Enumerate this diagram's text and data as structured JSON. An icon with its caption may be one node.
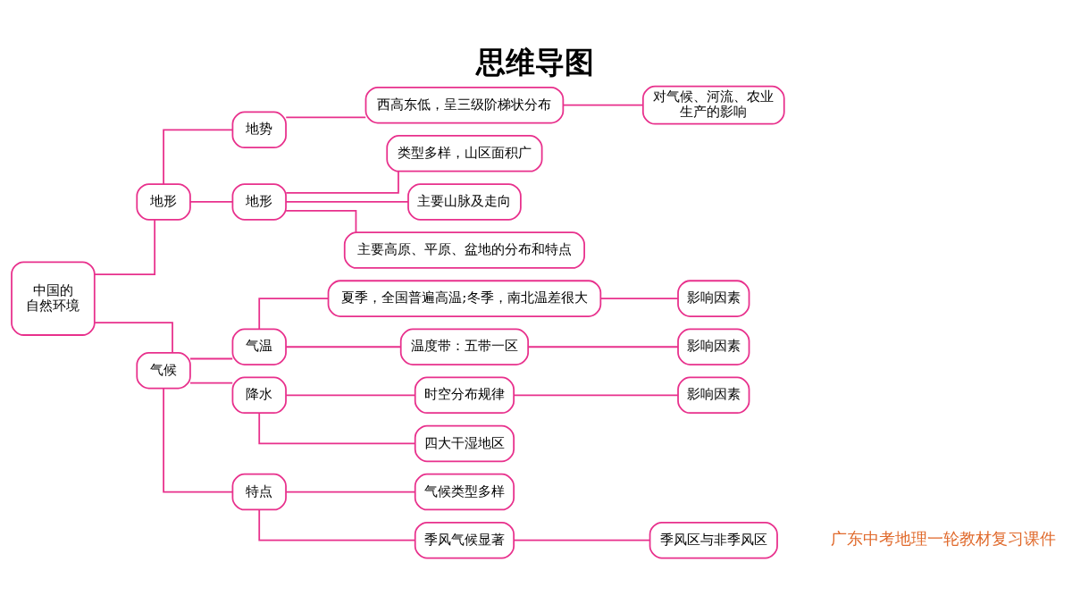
{
  "diagram": {
    "title": "思维导图",
    "nodes": [
      {
        "text": [
          "中国的自然环境"
        ]
      },
      {
        "text": [
          "地形"
        ]
      },
      {
        "text": [
          "地势"
        ]
      },
      {
        "text": [
          "西高东低，呈三级阶梯状分布"
        ]
      },
      {
        "text": [
          "对气候、河流、农业生产的影响"
        ]
      },
      {
        "text": [
          "地形"
        ]
      },
      {
        "text": [
          "类型多样，山区面积广"
        ]
      },
      {
        "text": [
          "主要山脉及走向"
        ]
      },
      {
        "text": [
          "主要高原、平原、盆地的分布和特点"
        ]
      },
      {
        "text": [
          "气候"
        ]
      },
      {
        "text": [
          "气温"
        ]
      },
      {
        "text": [
          "夏季，全国普遍高温;冬季，南北温差很大"
        ]
      },
      {
        "text": [
          "影响因素"
        ]
      },
      {
        "text": [
          "温度带：五带一区"
        ]
      },
      {
        "text": [
          "影响因素"
        ]
      },
      {
        "text": [
          "降水"
        ]
      },
      {
        "text": [
          "时空分布规律"
        ]
      },
      {
        "text": [
          "影响因素"
        ]
      },
      {
        "text": [
          "四大干湿地区"
        ]
      },
      {
        "text": [
          "特点"
        ]
      },
      {
        "text": [
          "气候类型多样"
        ]
      },
      {
        "text": [
          "季风气候显著"
        ]
      },
      {
        "text": [
          "季风区与非季风区"
        ]
      }
    ],
    "edges": [
      {
        "from": 0,
        "to": 1,
        "arrow": "none"
      },
      {
        "from": 1,
        "to": 2,
        "arrow": "none"
      },
      {
        "from": 2,
        "to": 3,
        "arrow": "none"
      },
      {
        "from": 3,
        "to": 4,
        "arrow": "none"
      },
      {
        "from": 1,
        "to": 5,
        "arrow": "none"
      },
      {
        "from": 5,
        "to": 6,
        "arrow": "none"
      },
      {
        "from": 5,
        "to": 7,
        "arrow": "none"
      },
      {
        "from": 5,
        "to": 8,
        "arrow": "none"
      },
      {
        "from": 0,
        "to": 9,
        "arrow": "none"
      },
      {
        "from": 9,
        "to": 10,
        "arrow": "none"
      },
      {
        "from": 10,
        "to": 11,
        "arrow": "none"
      },
      {
        "from": 11,
        "to": 12,
        "arrow": "none"
      },
      {
        "from": 10,
        "to": 13,
        "arrow": "none"
      },
      {
        "from": 13,
        "to": 14,
        "arrow": "none"
      },
      {
        "from": 9,
        "to": 15,
        "arrow": "none"
      },
      {
        "from": 15,
        "to": 16,
        "arrow": "none"
      },
      {
        "from": 16,
        "to": 17,
        "arrow": "none"
      },
      {
        "from": 15,
        "to": 18,
        "arrow": "none"
      },
      {
        "from": 9,
        "to": 19,
        "arrow": "none"
      },
      {
        "from": 19,
        "to": 20,
        "arrow": "none"
      },
      {
        "from": 19,
        "to": 21,
        "arrow": "none"
      },
      {
        "from": 21,
        "to": 22,
        "arrow": "none"
      }
    ],
    "labels": [
      "广东中考地理一轮教材复习课件"
    ]
  }
}
